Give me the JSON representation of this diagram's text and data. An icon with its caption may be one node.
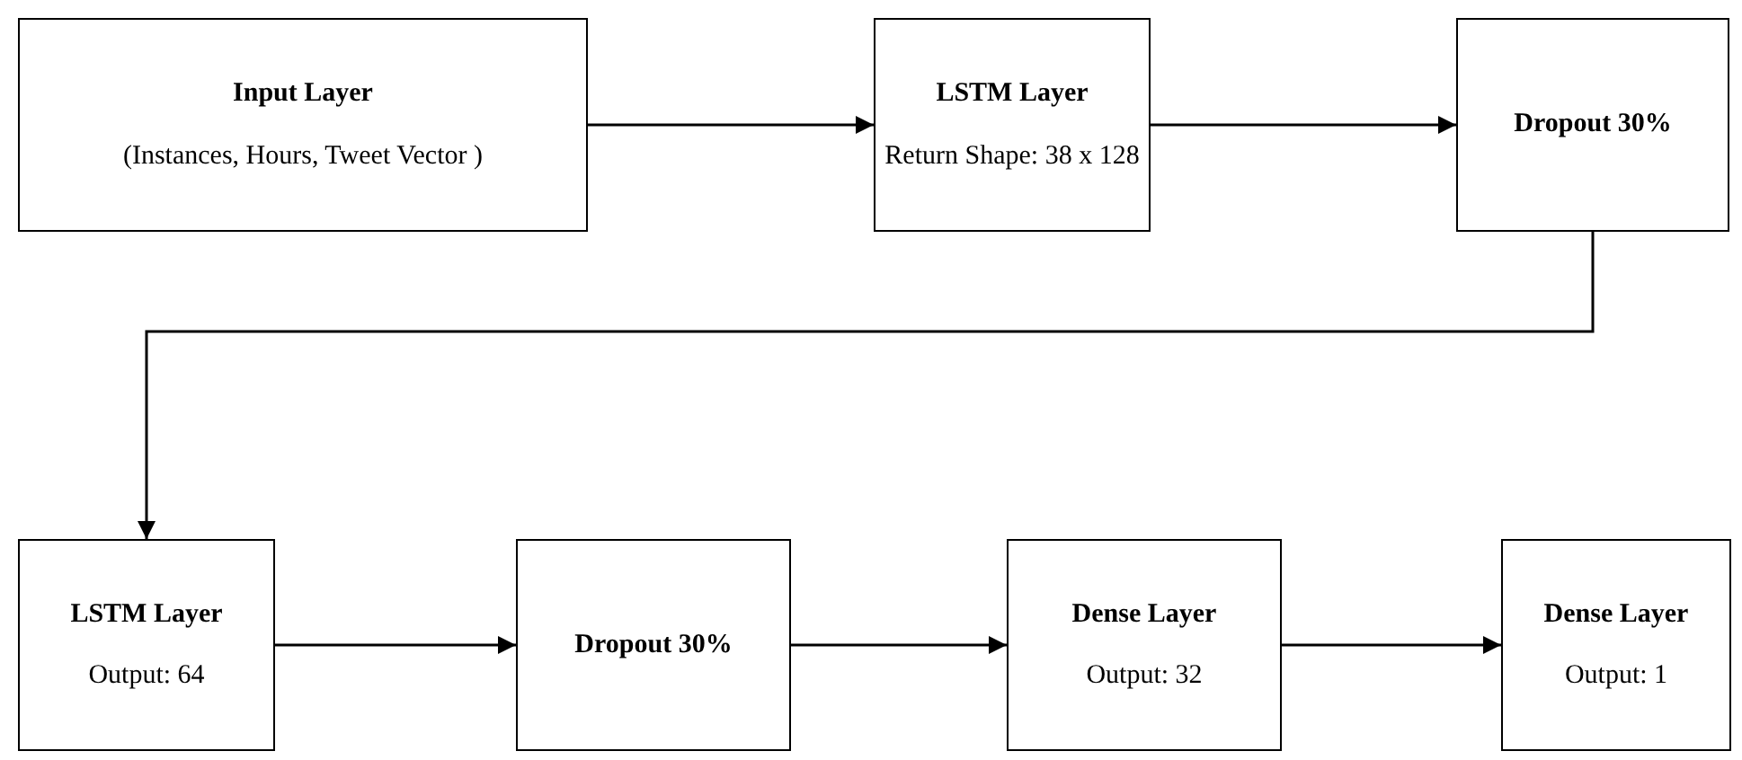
{
  "diagram": {
    "nodes": [
      {
        "text": [
          "Input Layer",
          "(Instances, Hours, Tweet Vector )"
        ]
      },
      {
        "text": [
          "LSTM Layer",
          "Return Shape: 38 x 128"
        ]
      },
      {
        "text": [
          "Dropout 30%"
        ]
      },
      {
        "text": [
          "LSTM Layer",
          "Output: 64"
        ]
      },
      {
        "text": [
          "Dropout 30%"
        ]
      },
      {
        "text": [
          "Dense Layer",
          "Output: 32"
        ]
      },
      {
        "text": [
          "Dense Layer",
          "Output: 1"
        ]
      }
    ],
    "edges": [
      {
        "from": 0,
        "to": 1,
        "arrow": "to"
      },
      {
        "from": 1,
        "to": 2,
        "arrow": "to"
      },
      {
        "from": 2,
        "to": 3,
        "arrow": "to"
      },
      {
        "from": 3,
        "to": 4,
        "arrow": "to"
      },
      {
        "from": 4,
        "to": 5,
        "arrow": "to"
      },
      {
        "from": 5,
        "to": 6,
        "arrow": "to"
      }
    ]
  }
}
